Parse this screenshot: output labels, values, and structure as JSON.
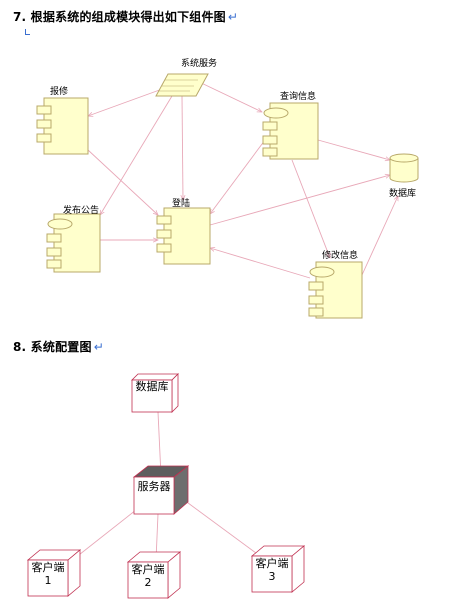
{
  "heading1": {
    "text": "7. 根据系统的组成模块得出如下组件图",
    "return_mark": "↵"
  },
  "heading2": {
    "text": "8. 系统配置图",
    "return_mark": "↵"
  },
  "component_diagram": {
    "system_service": "系统服务",
    "repair": "报修",
    "query_info": "查询信息",
    "database": "数据库",
    "announce": "发布公告",
    "login": "登陆",
    "modify_info": "修改信息"
  },
  "deployment_diagram": {
    "database": "数据库",
    "server": "服务器",
    "client1": {
      "line1": "客户端",
      "line2": "1"
    },
    "client2": {
      "line1": "客户端",
      "line2": "2"
    },
    "client3": {
      "line1": "客户端",
      "line2": "3"
    }
  },
  "colors": {
    "component_fill": "#ffffcc",
    "component_stroke": "#b8a86a",
    "connector": "#e8a8b8",
    "node_stroke": "#c03050",
    "server_side": "#6e6e6e",
    "return_mark": "#3a6fd0"
  }
}
